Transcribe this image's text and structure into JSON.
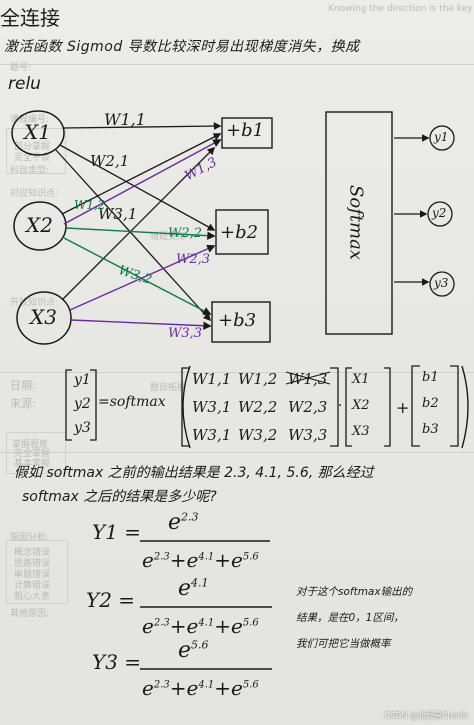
{
  "template": {
    "top_right": "Knowing the direction is the key",
    "tags": [
      "题号:",
      "课程编号:",
      "科目类型:",
      "对应知识点:",
      "开放知识点:",
      "日期:",
      "来源:",
      "掌握程度",
      "原因分析:",
      "其他原因:"
    ],
    "mastery_options": [
      "完全掌握",
      "基本掌握",
      "部分掌握",
      "完全不会"
    ],
    "cause_options": [
      "概念错误",
      "思路错误",
      "审题错误",
      "计算错误",
      "粗心大意"
    ],
    "mid_notes": [
      "错题变形",
      "题目拓展"
    ]
  },
  "notes": {
    "title": "全连接",
    "line1": "激活函数 Sigmod 导数比较深时易出现梯度消失，换成",
    "line2": "relu",
    "inputs": [
      "X1",
      "X2",
      "X3"
    ],
    "weights": {
      "w11": "W1,1",
      "w21": "W2,1",
      "w31": "W3,1",
      "w12": "W1,2",
      "w22": "W2,2",
      "w32": "W3,2",
      "w13": "W1,3",
      "w23": "W2,3",
      "w33": "W3,3"
    },
    "biases": [
      "+b1",
      "+b2",
      "+b3"
    ],
    "softmax_box": "Softmax",
    "outputs": [
      "y1",
      "y2",
      "y3"
    ],
    "matrix_eq": {
      "lhs": [
        "y1",
        "y2",
        "y3"
      ],
      "eq": "=softmax",
      "w_rows": [
        [
          "W1,1",
          "W1,2",
          "W1,3"
        ],
        [
          "W3,1",
          "W2,2",
          "W2,3"
        ],
        [
          "W3,1",
          "W3,2",
          "W3,3"
        ]
      ],
      "x_vec": [
        "X1",
        "X2",
        "X3"
      ],
      "b_vec": [
        "b1",
        "b2",
        "b3"
      ]
    },
    "question_line1": "假如 softmax 之前的输出结果是 2.3, 4.1, 5.6, 那么经过",
    "question_line2": "softmax 之后的结果是多少呢?",
    "formulas": [
      {
        "lhs": "Y1 =",
        "num_exp": "2.3"
      },
      {
        "lhs": "Y2 =",
        "num_exp": "4.1"
      },
      {
        "lhs": "Y3 =",
        "num_exp": "5.6"
      }
    ],
    "denominator_exps": [
      "2.3",
      "4.1",
      "5.6"
    ],
    "side_note": [
      "对于这个softmax输出的",
      "结果，是在0，1区间，",
      "我们可把它当做概率"
    ]
  },
  "watermark": "CSDN @北辰星Charih"
}
